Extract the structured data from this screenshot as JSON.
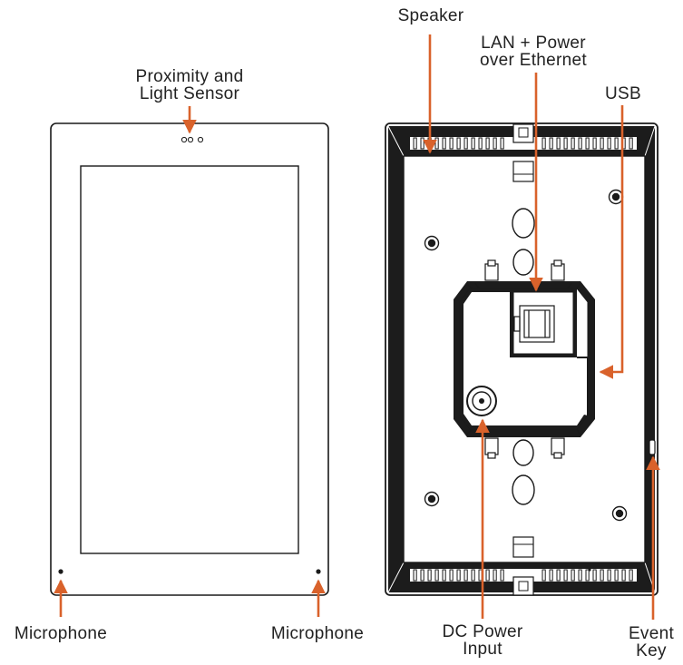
{
  "labels": {
    "speaker": "Speaker",
    "lan_line1": "LAN + Power",
    "lan_line2": "over Ethernet",
    "usb": "USB",
    "proximity_line1": "Proximity and",
    "proximity_line2": "Light Sensor",
    "microphone_left": "Microphone",
    "microphone_right": "Microphone",
    "dc_line1": "DC Power",
    "dc_line2": "Input",
    "event_line1": "Event",
    "event_line2": "Key"
  },
  "colors": {
    "callout": "#d9622b",
    "outline": "#1a1a1a",
    "text": "#222222"
  }
}
